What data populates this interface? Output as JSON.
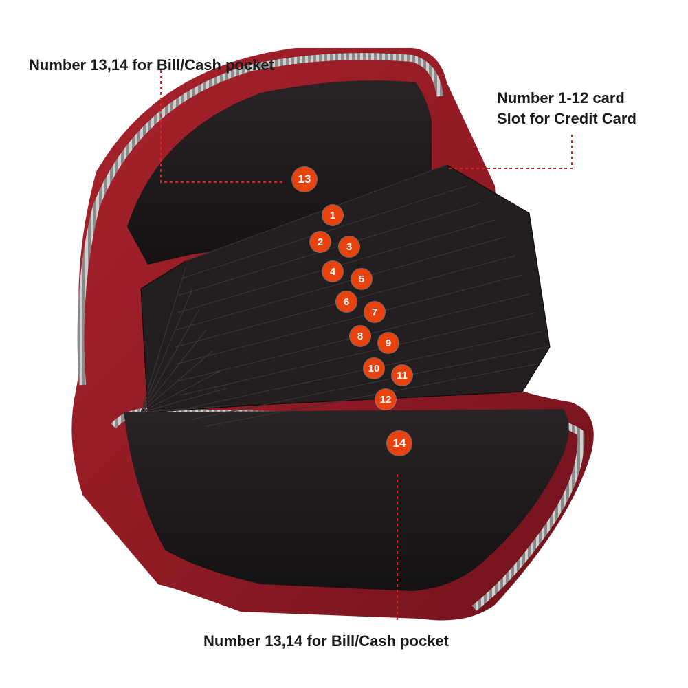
{
  "captions": {
    "top_left": "Number 13,14 for Bill/Cash pocket",
    "top_right_line1": "Number 1-12 card",
    "top_right_line2": "Slot for Credit Card",
    "bottom": "Number 13,14 for Bill/Cash pocket"
  },
  "markers": {
    "m1": "1",
    "m2": "2",
    "m3": "3",
    "m4": "4",
    "m5": "5",
    "m6": "6",
    "m7": "7",
    "m8": "8",
    "m9": "9",
    "m10": "10",
    "m11": "11",
    "m12": "12",
    "m13": "13",
    "m14": "14"
  },
  "colors": {
    "leather": "#8e1a24",
    "lining": "#1b1718",
    "marker": "#e8420f",
    "leader_line": "#d9251c"
  }
}
